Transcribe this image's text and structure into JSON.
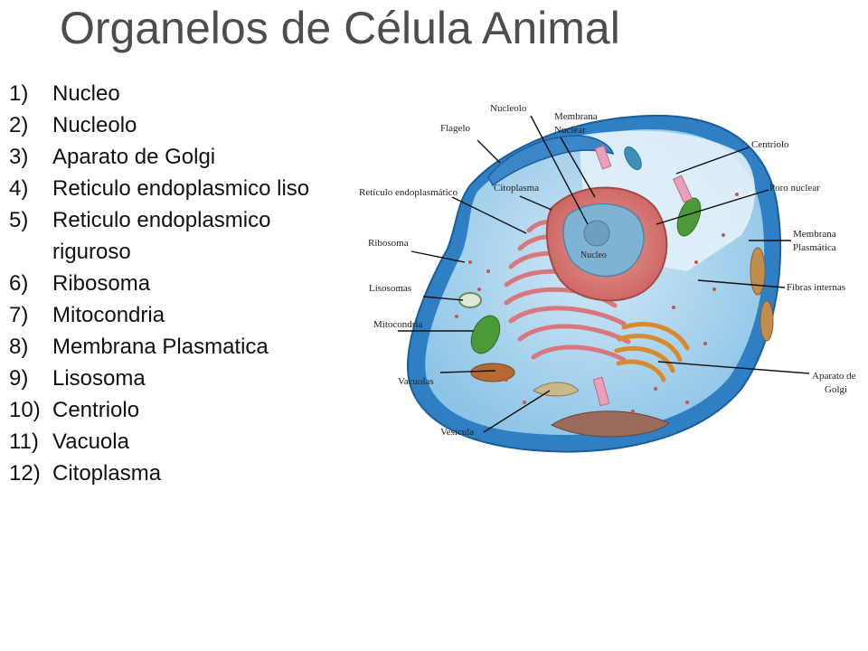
{
  "title": "Organelos de Célula Animal",
  "list": [
    {
      "num": "1)",
      "text": "Nucleo"
    },
    {
      "num": "2)",
      "text": "Nucleolo"
    },
    {
      "num": "3)",
      "text": "Aparato de Golgi"
    },
    {
      "num": "4)",
      "text": "Reticulo endoplasmico liso"
    },
    {
      "num": "5)",
      "text": "Reticulo endoplasmico riguroso"
    },
    {
      "num": "6)",
      "text": "Ribosoma"
    },
    {
      "num": "7)",
      "text": "Mitocondria"
    },
    {
      "num": "8)",
      "text": "Membrana Plasmatica"
    },
    {
      "num": "9)",
      "text": "Lisosoma"
    },
    {
      "num": "10)",
      "text": "Centriolo"
    },
    {
      "num": "11)",
      "text": "Vacuola"
    },
    {
      "num": "12)",
      "text": "Citoplasma"
    }
  ],
  "labels": {
    "nucleolo": "Nucleolo",
    "membrana_nuclear_1": "Membrana",
    "membrana_nuclear_2": "Nuclear",
    "flagelo": "Flagelo",
    "centriolo": "Centriolo",
    "citoplasma": "Citoplasma",
    "reticulo": "Retículo endoplasmático",
    "poro_nuclear": "Poro nuclear",
    "ribosoma": "Ribosoma",
    "membrana_plasmatica_1": "Membrana",
    "membrana_plasmatica_2": "Plasmática",
    "lisosomas": "Lisosomas",
    "fibras_internas": "Fibras internas",
    "mitocondria": "Mitocondria",
    "vacuolas": "Vacuolas",
    "aparato_golgi_1": "Aparato de",
    "aparato_golgi_2": "Golgi",
    "vesicula": "Vesícula",
    "nucleo": "Nucleo"
  }
}
